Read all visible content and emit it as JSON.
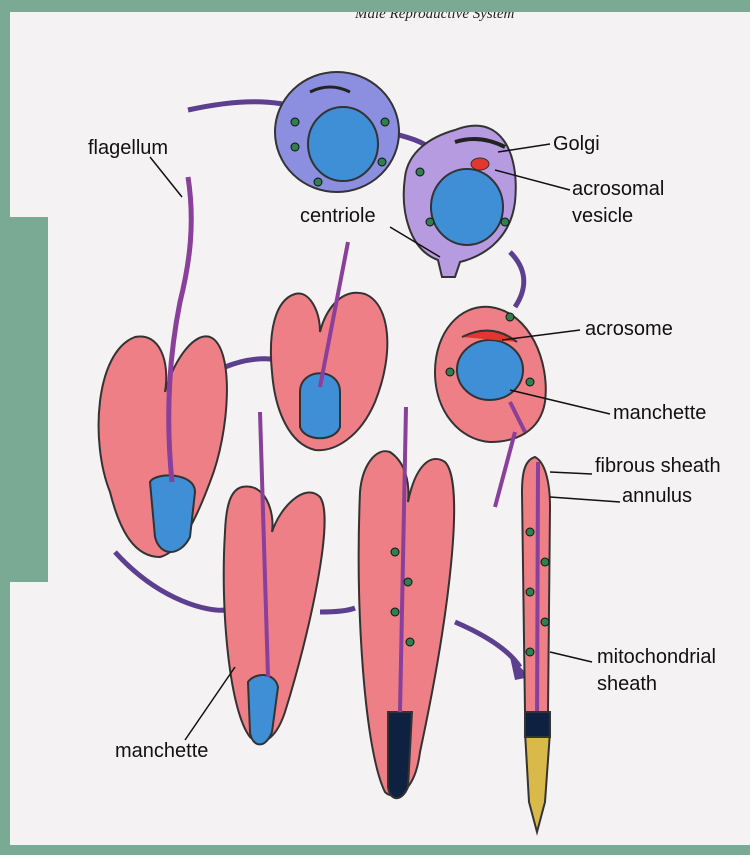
{
  "header_text": "Male Reproductive System",
  "labels": {
    "flagellum": "flagellum",
    "golgi": "Golgi",
    "acrosomal_vesicle_line1": "acrosomal",
    "acrosomal_vesicle_line2": "vesicle",
    "centriole": "centriole",
    "acrosome": "acrosome",
    "manchette_right": "manchette",
    "fibrous_sheath": "fibrous sheath",
    "annulus": "annulus",
    "mitochondrial_sheath_line1": "mitochondrial",
    "mitochondrial_sheath_line2": "sheath",
    "manchette_bottom": "manchette"
  },
  "colors": {
    "frame": "#7aaa94",
    "spermatid_early": "#8c8fe0",
    "spermatid_golgi": "#b79be0",
    "cytoplasm": "#ef7f86",
    "nucleus": "#3f8fd6",
    "flagellum": "#8a3f9a",
    "mitochondria": "#2f7f4f",
    "tail_tip": "#d9b94a"
  }
}
